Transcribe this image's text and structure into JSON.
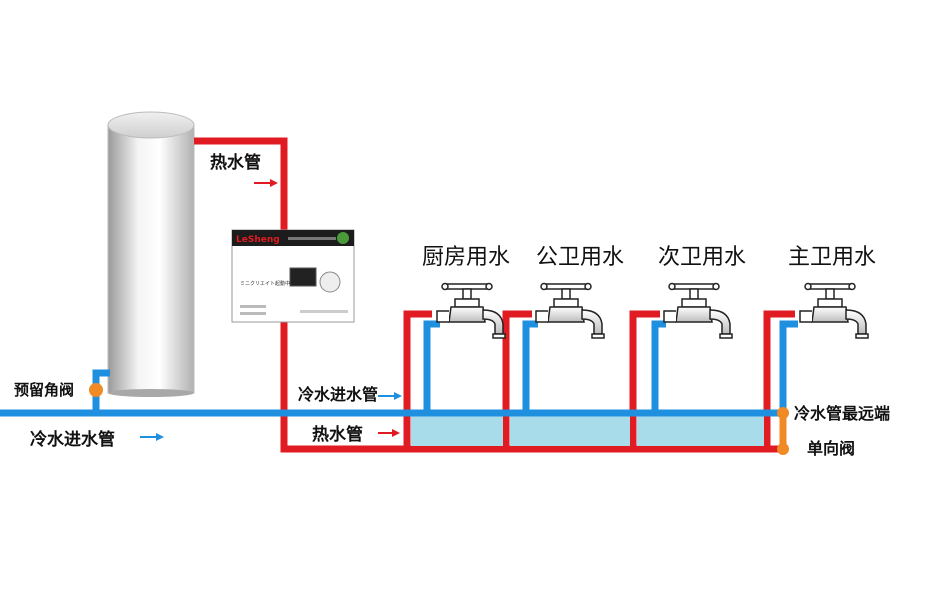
{
  "labels": {
    "hot_pipe_top": "热水管",
    "preset_valve": "预留角阀",
    "cold_inlet_main": "冷水进水管",
    "cold_inlet_loop": "冷水进水管",
    "hot_pipe_loop": "热水管",
    "cold_far_end": "冷水管最远端",
    "check_valve": "单向阀"
  },
  "faucets": [
    {
      "label": "厨房用水"
    },
    {
      "label": "公卫用水"
    },
    {
      "label": "次卫用水"
    },
    {
      "label": "主卫用水"
    }
  ],
  "device": {
    "brand": "LeSheng",
    "small_text": "ミニクリエイト起動中"
  },
  "colors": {
    "hot": "#e11b22",
    "cold": "#1f8fe0",
    "water_fill": "#a8dcea",
    "valve": "#f08a24",
    "arrow_hot": "#e11b22",
    "arrow_cold": "#1f8fe0"
  }
}
